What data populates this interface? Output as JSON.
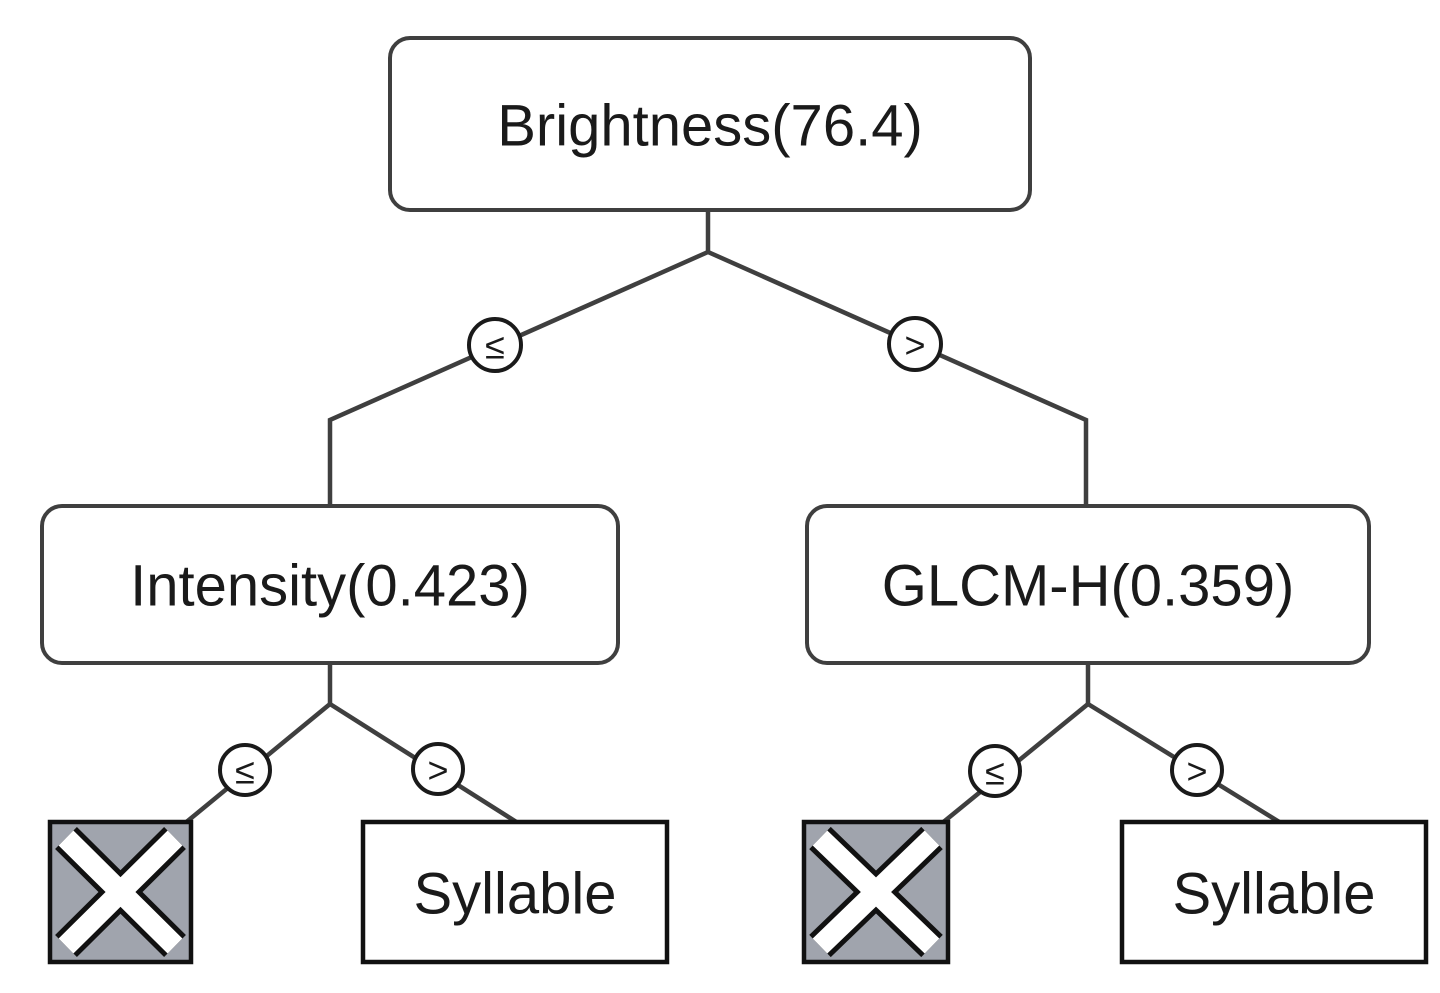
{
  "diagram": {
    "type": "decision-tree",
    "colors": {
      "background": "#ffffff",
      "line": "#3f3f3f",
      "node_border": "#3f3f3f",
      "node_fill": "#ffffff",
      "leaf_border": "#111111",
      "leaf_fill": "#ffffff",
      "reject_fill": "#a0a4ad",
      "reject_x": "#ffffff",
      "text": "#1a1a1a"
    },
    "nodes": {
      "root": {
        "label": "Brightness(76.4)"
      },
      "left": {
        "label": "Intensity(0.423)"
      },
      "right": {
        "label": "GLCM-H(0.359)"
      }
    },
    "edge_labels": {
      "root_left": "≤",
      "root_right": ">",
      "left_left": "≤",
      "left_right": ">",
      "right_left": "≤",
      "right_right": ">"
    },
    "leaves": {
      "left_reject": {
        "kind": "reject",
        "symbol": "X"
      },
      "left_accept": {
        "kind": "class",
        "label": "Syllable"
      },
      "right_reject": {
        "kind": "reject",
        "symbol": "X"
      },
      "right_accept": {
        "kind": "class",
        "label": "Syllable"
      }
    }
  }
}
